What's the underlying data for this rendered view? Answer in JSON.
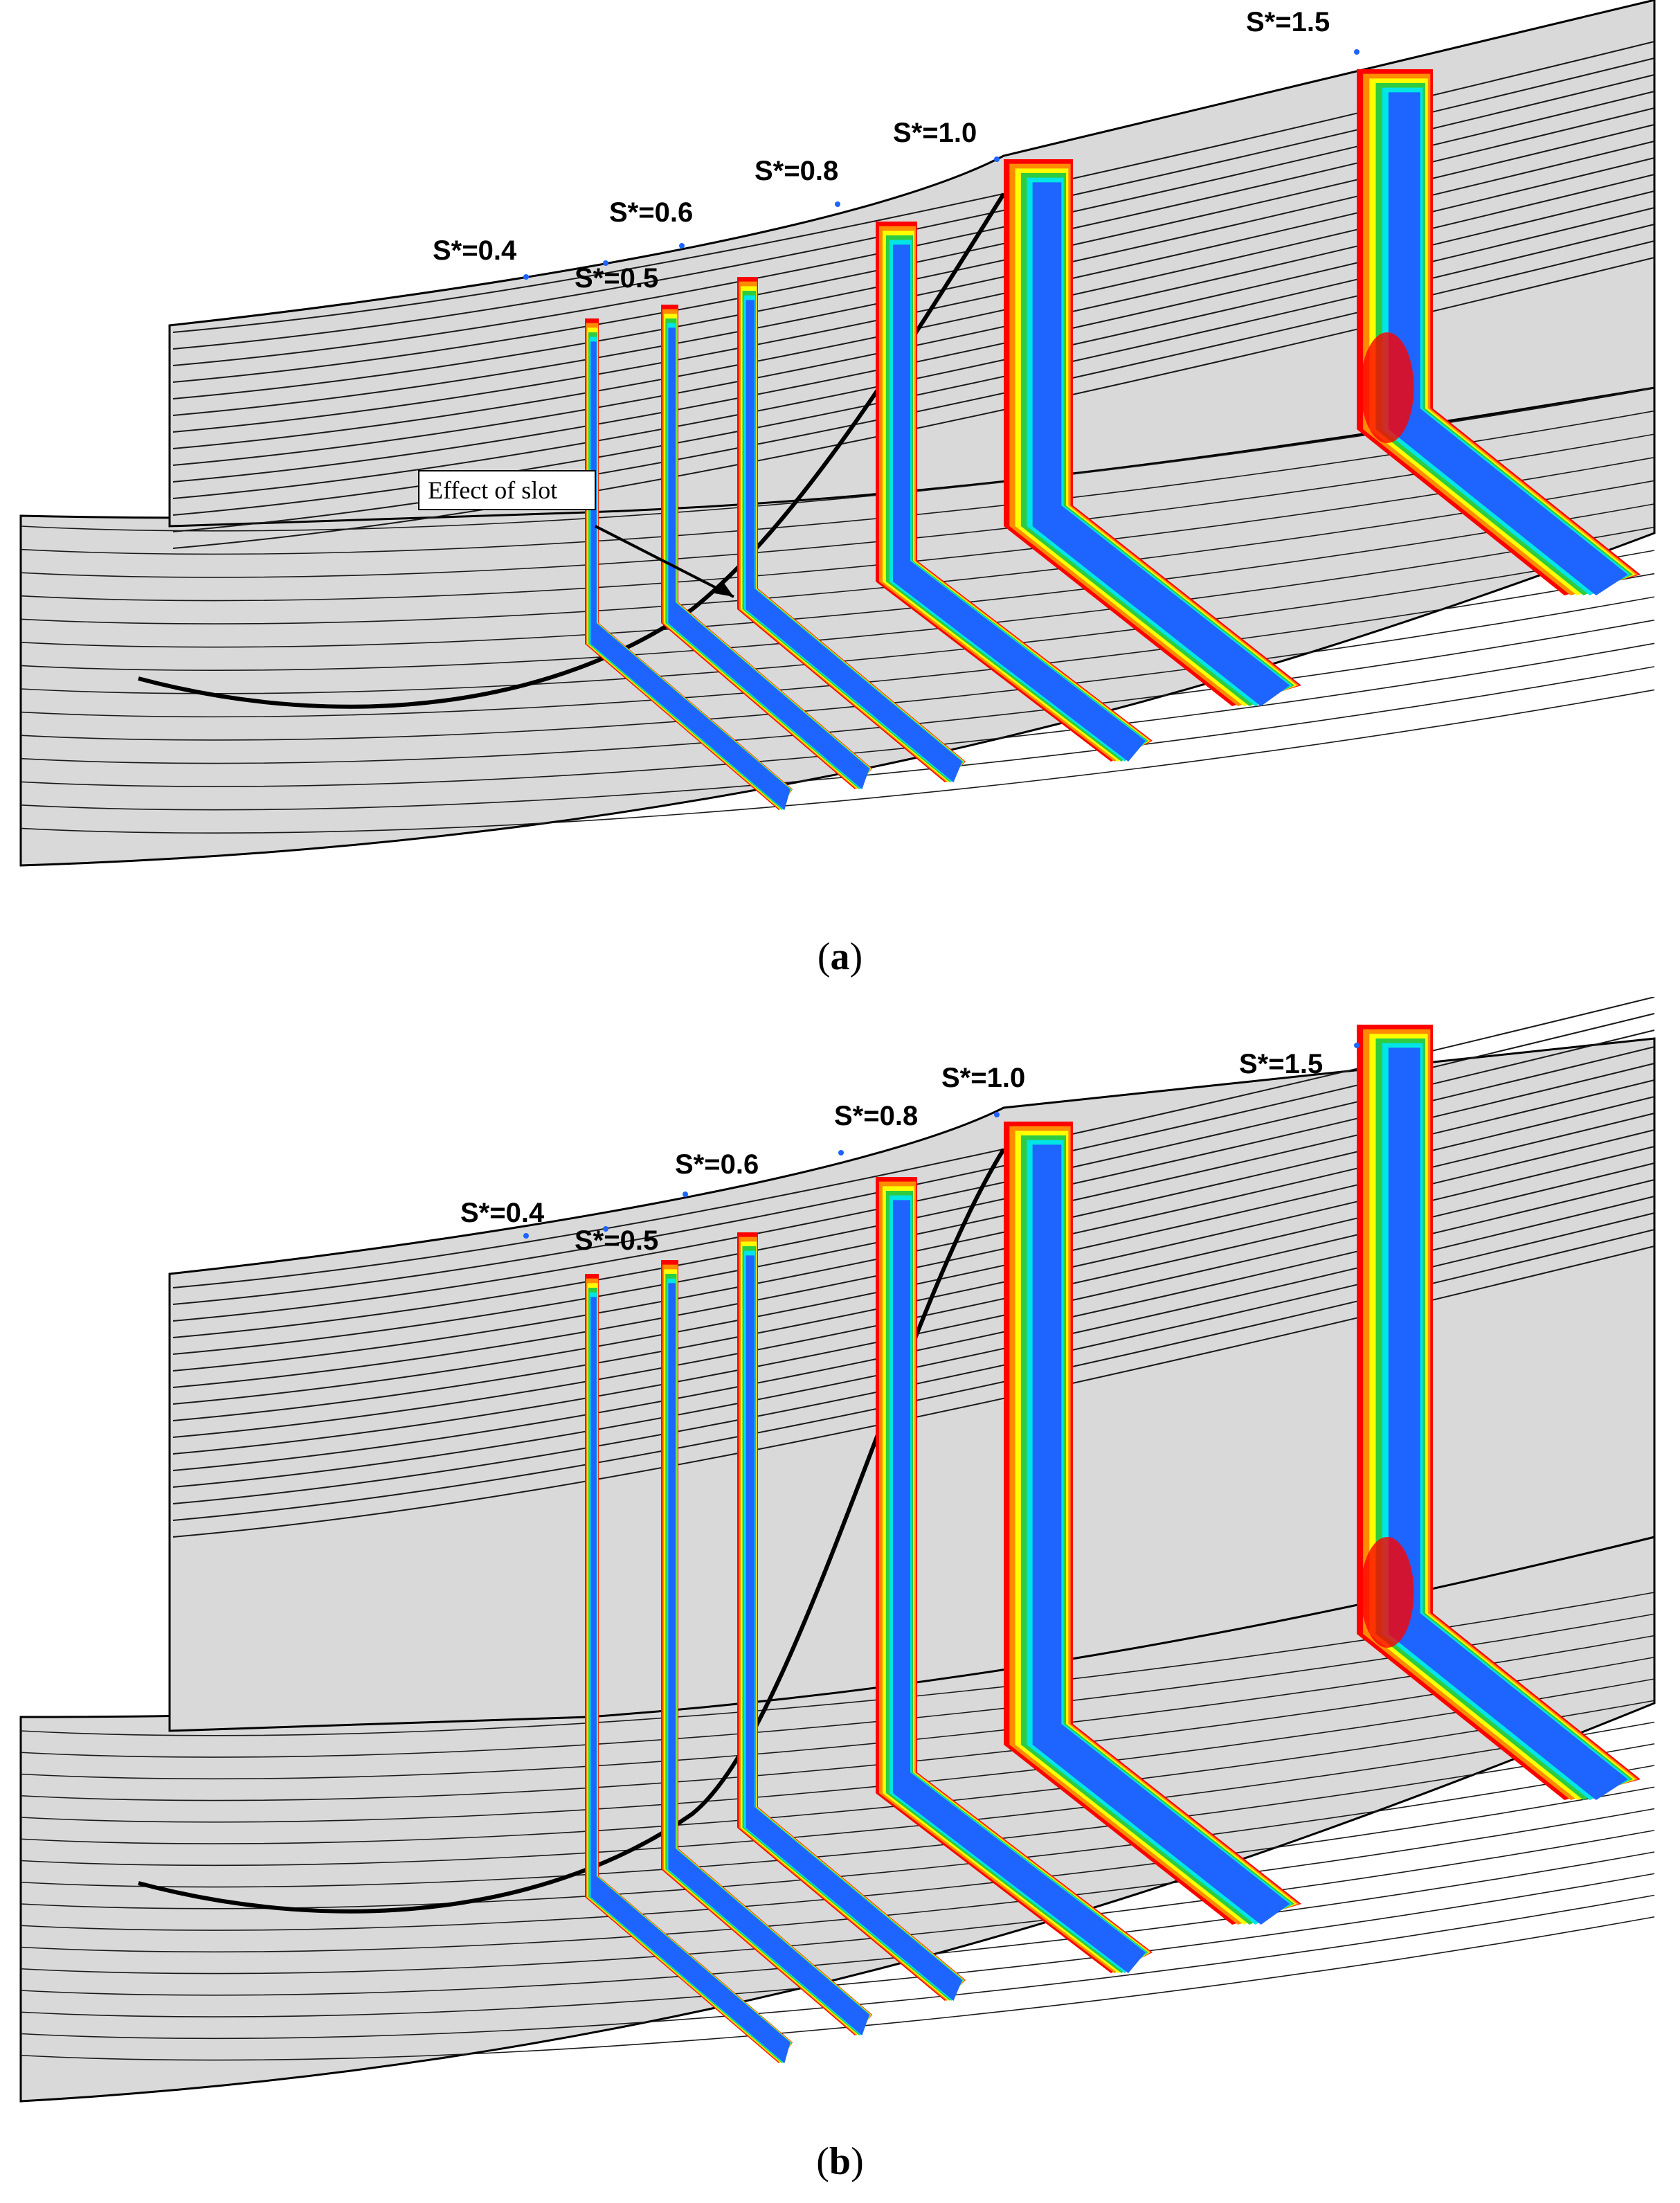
{
  "figure": {
    "panels": [
      {
        "id": "a",
        "caption_open": "(",
        "caption_letter": "a",
        "caption_close": ")",
        "station_labels": [
          "S*=0.4",
          "S*=0.5",
          "S*=0.6",
          "S*=0.8",
          "S*=1.0",
          "S*=1.5"
        ],
        "annotation": "Effect of slot"
      },
      {
        "id": "b",
        "caption_open": "(",
        "caption_letter": "b",
        "caption_close": ")",
        "station_labels": [
          "S*=0.4",
          "S*=0.5",
          "S*=0.6",
          "S*=0.8",
          "S*=1.0",
          "S*=1.5"
        ]
      }
    ],
    "colors": {
      "surface": "#d9d9d9",
      "streamline": "#1a1a1a",
      "contour_red": "#ff0000",
      "contour_orange": "#ff8c00",
      "contour_yellow": "#ffff00",
      "contour_green": "#2ecc40",
      "contour_cyan": "#00e5e5",
      "contour_blue": "#1e64ff"
    }
  }
}
